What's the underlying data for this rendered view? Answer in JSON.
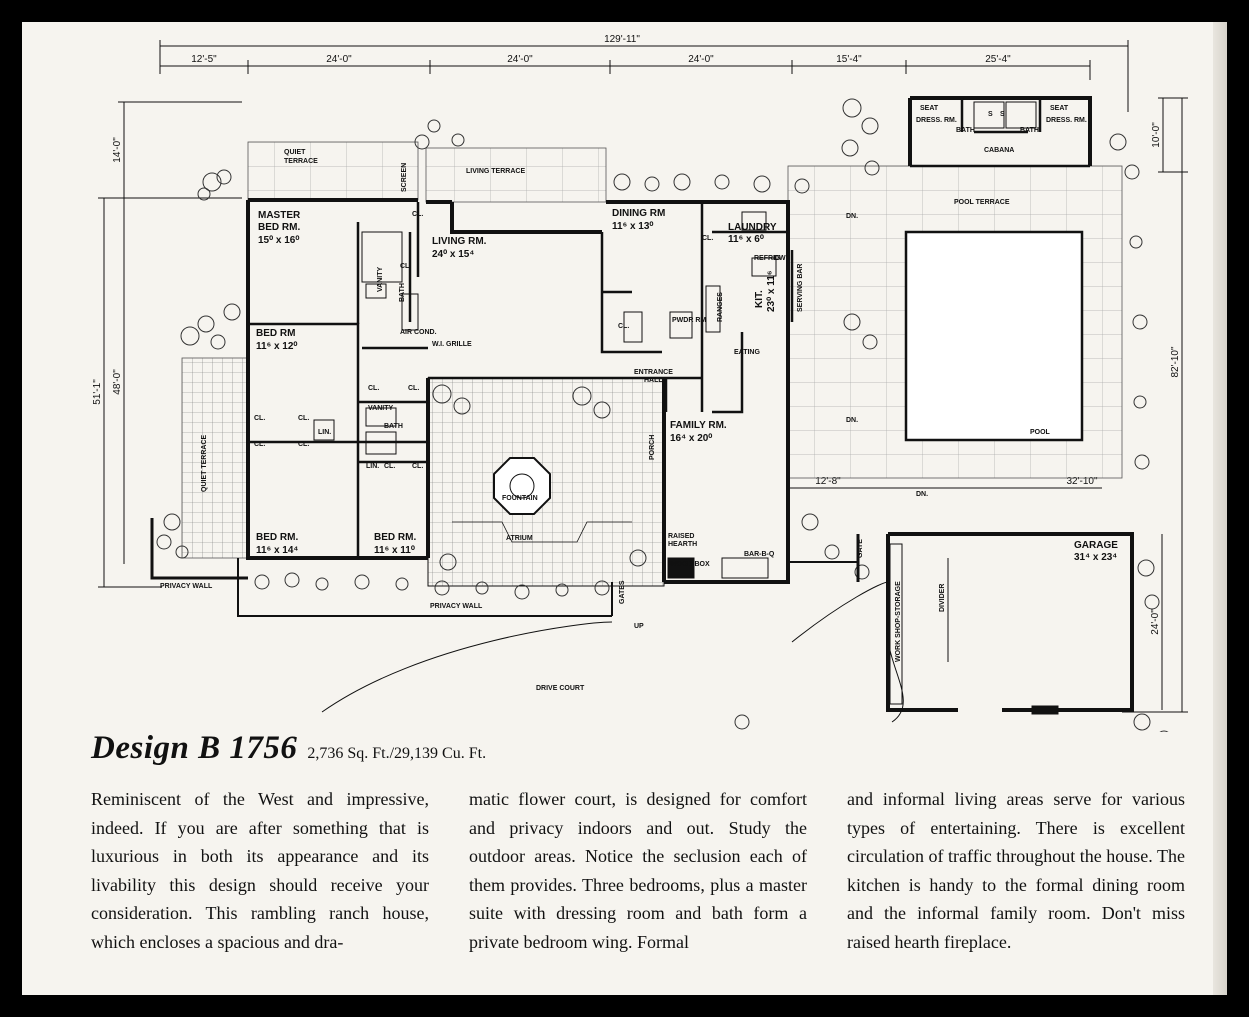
{
  "design": {
    "title": "Design B 1756",
    "stats": "2,736 Sq. Ft./29,139 Cu. Ft."
  },
  "dimensions": {
    "overall_width": "129'-11\"",
    "segments": [
      "12'-5\"",
      "24'-0\"",
      "24'-0\"",
      "24'-0\"",
      "15'-4\"",
      "25'-4\""
    ],
    "left_top": "14'-0\"",
    "left_mid": "48'-0\"",
    "left_total": "51'-1\"",
    "right_top": "10'-0\"",
    "right_total": "82'-10\"",
    "garage_depth": "24'-0\"",
    "pool_a": "12'-8\"",
    "pool_b": "32'-10\""
  },
  "rooms": {
    "master_a": "MASTER",
    "master_b": "BED RM.",
    "master_size": "15⁰ x 16⁰",
    "living": "LIVING RM.",
    "living_size": "24⁰ x 15⁴",
    "dining": "DINING RM",
    "dining_size": "11⁶ x 13⁰",
    "laundry": "LAUNDRY",
    "laundry_size": "11⁶ x 6⁰",
    "kit": "KIT.",
    "kit_size": "23⁰ x 11⁶",
    "bed1": "BED RM",
    "bed1_size": "11⁶ x 12⁰",
    "bed2": "BED RM.",
    "bed2_size": "11⁶ x 14⁴",
    "bed3": "BED RM.",
    "bed3_size": "11⁶ x 11⁰",
    "family": "FAMILY RM.",
    "family_size": "16⁴ x 20⁰",
    "garage": "GARAGE",
    "garage_size": "31⁴ x 23⁴"
  },
  "labels": {
    "quiet_terrace_top_a": "QUIET",
    "quiet_terrace_top_b": "TERRACE",
    "quiet_terrace_side": "QUIET TERRACE",
    "screen": "SCREEN",
    "living_terrace": "LIVING TERRACE",
    "seat": "SEAT",
    "dress_rm": "DRESS. RM.",
    "bath": "BATH",
    "cabana": "CABANA",
    "s": "S",
    "pool_terrace": "POOL TERRACE",
    "pool": "POOL",
    "dn": "DN.",
    "vanity": "VANITY",
    "cl": "CL.",
    "lin": "LIN.",
    "air_cond": "AIR COND.",
    "wi_grille": "W.I. GRILLE",
    "fountain": "FOUNTAIN",
    "atrium": "ATRIUM",
    "porch": "PORCH",
    "entrance_hall_a": "ENTRANCE",
    "entrance_hall_b": "HALL",
    "eating": "EATING",
    "ranges": "RANGES",
    "serving_bar": "SERVING BAR",
    "refrig": "REFRIG",
    "dw": "DW",
    "raised_hearth_a": "RAISED",
    "raised_hearth_b": "HEARTH",
    "wood_box": "WOOD BOX",
    "bar_b_q": "BAR-B-Q",
    "gate": "GATE",
    "gates": "GATES",
    "up": "UP",
    "privacy_wall": "PRIVACY WALL",
    "drive_court": "DRIVE COURT",
    "work_shop_storage": "WORK SHOP-STORAGE",
    "divider": "DIVIDER",
    "pwdr": "PWDR RM"
  },
  "description": {
    "col1": "Reminiscent of the West and impressive, indeed. If you are after something that is luxurious in both its appearance and its livability this design should receive your consideration. This rambling ranch house, which encloses a spacious and dra-",
    "col2": "matic flower court, is designed for comfort and privacy indoors and out. Study the outdoor areas. Notice the seclusion each of them provides. Three bedrooms, plus a master suite with dressing room and bath form a private bedroom wing. Formal",
    "col3": "and informal living areas serve for various types of entertaining. There is excellent circulation of traffic throughout the house. The kitchen is handy to the formal dining room and the informal family room. Don't miss raised hearth fireplace."
  }
}
